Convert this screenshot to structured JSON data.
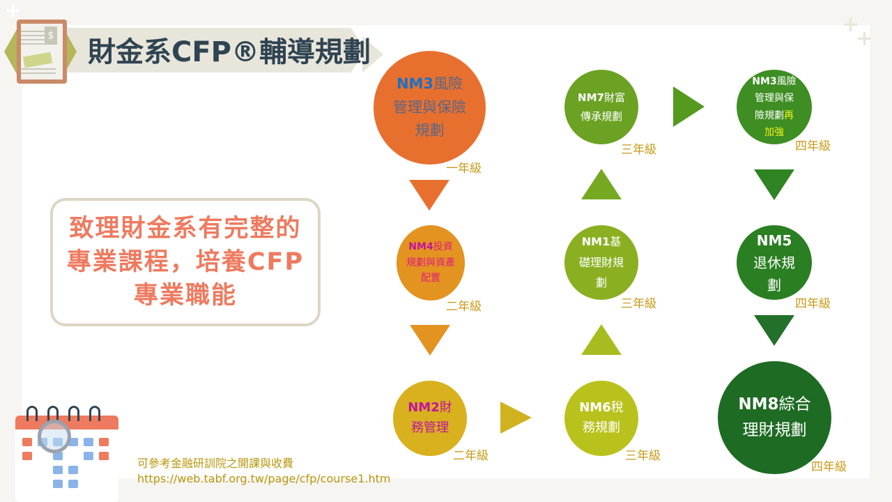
{
  "header": {
    "title": "財金系CFP®輔導規劃"
  },
  "callout": {
    "text": "致理財金系有完整的專業課程，培養CFP專業職能"
  },
  "decorations": {
    "plus_glyph": "+",
    "dollar_glyph": "$"
  },
  "courses": [
    {
      "code": "NM3",
      "name": "風險管理與保險規劃",
      "grade": "一年級",
      "color": "#E8702F"
    },
    {
      "code": "NM4",
      "name": "投資規劃與資產配置",
      "grade": "二年級",
      "color": "#E39320"
    },
    {
      "code": "NM2",
      "name": "財務管理",
      "grade": "二年級",
      "color": "#D9B01E"
    },
    {
      "code": "NM6",
      "name": "稅務規劃",
      "grade": "三年級",
      "color": "#B9C21C"
    },
    {
      "code": "NM1",
      "name": "基礎理財規劃",
      "grade": "三年級",
      "color": "#8AB022"
    },
    {
      "code": "NM7",
      "name": "財富傳承規劃",
      "grade": "三年級",
      "color": "#6BA223"
    },
    {
      "code": "NM3",
      "name": "風險管理與保險規劃",
      "extra": "再加強",
      "grade": "四年級",
      "color": "#3E8E23"
    },
    {
      "code": "NM5",
      "name": "退休規劃",
      "grade": "四年級",
      "color": "#2A7F22"
    },
    {
      "code": "NM8",
      "name": "綜合理財規劃",
      "grade": "四年級",
      "color": "#1E6B23"
    }
  ],
  "footer": {
    "line1": "可參考金融研訓院之開課與收費",
    "line2": "https://web.tabf.org.tw/page/cfp/course1.htm"
  }
}
